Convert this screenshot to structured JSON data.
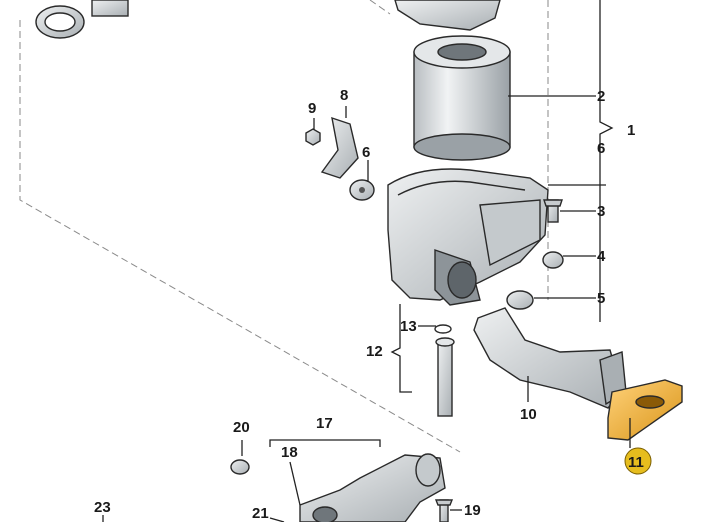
{
  "callouts": {
    "c1": "1",
    "c2": "2",
    "c3": "3",
    "c4": "4",
    "c5": "5",
    "c6": "6",
    "c8": "8",
    "c9": "9",
    "c10": "10",
    "c11": "11",
    "c12": "12",
    "c13": "13",
    "c17": "17",
    "c18": "18",
    "c19": "19",
    "c20": "20",
    "c21": "21",
    "c23": "23"
  },
  "colors": {
    "highlight_badge": "#e6bd1e",
    "highlight_part": "#f2b43a",
    "part_fill": "#d9dde0",
    "part_dark": "#9aa1a6"
  },
  "icons": [
    "air-filter-icon",
    "air-box-icon",
    "intake-duct-icon",
    "highlighted-part-icon",
    "manifold-icon"
  ]
}
